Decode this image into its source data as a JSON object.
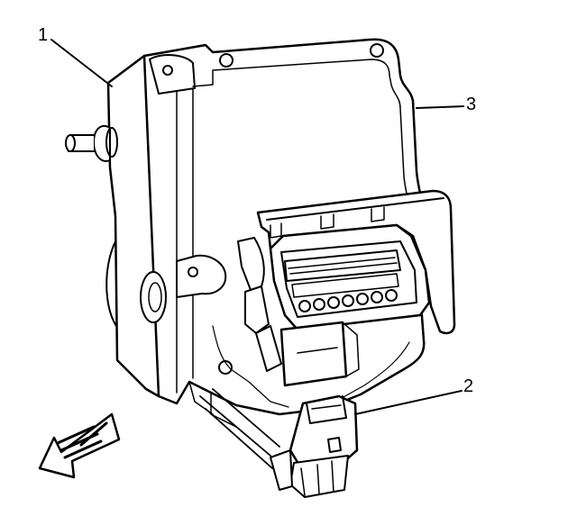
{
  "callouts": {
    "label_1": "1",
    "label_2": "2",
    "label_3": "3"
  },
  "parts": {
    "part_1": "module-housing",
    "part_2": "harness-connector",
    "part_3": "cover-gasket"
  },
  "icons": {
    "direction_arrow": "front-arrow-icon"
  },
  "colors": {
    "ink": "#000000",
    "paper": "#ffffff"
  }
}
